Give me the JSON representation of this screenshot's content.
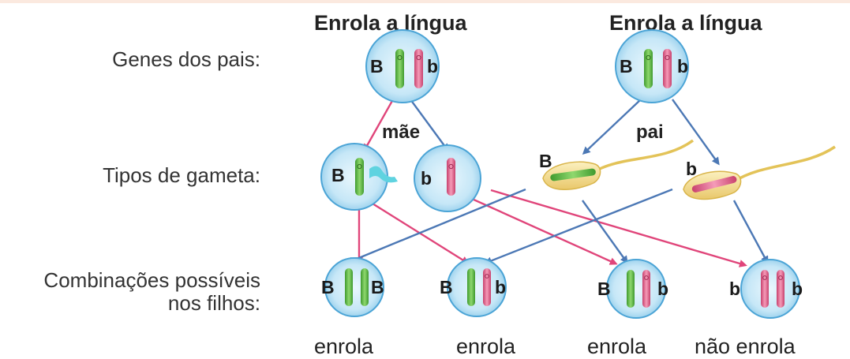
{
  "headers": {
    "parent_left": "Enrola a língua",
    "parent_right": "Enrola a língua"
  },
  "row_labels": {
    "parent_genes": "Genes dos pais:",
    "gamete_types": "Tipos de gameta:",
    "offspring_line1": "Combinações possíveis",
    "offspring_line2": "nos filhos:"
  },
  "parent_labels": {
    "mother": "mãe",
    "father": "pai"
  },
  "alleles": {
    "mother_cell": [
      "B",
      "b"
    ],
    "father_cell": [
      "B",
      "b"
    ],
    "egg_1": "B",
    "egg_2": "b",
    "sperm_1": "B",
    "sperm_2": "b",
    "child_1": [
      "B",
      "B"
    ],
    "child_2": [
      "B",
      "b"
    ],
    "child_3": [
      "B",
      "b"
    ],
    "child_4": [
      "b",
      "b"
    ]
  },
  "outcomes": [
    "enrola",
    "enrola",
    "enrola",
    "não enrola"
  ],
  "colors": {
    "dominant_chromosome": "#66c04a",
    "recessive_chromosome": "#e9668f",
    "mother_arrows": "#e0457a",
    "father_arrows": "#4c78b5",
    "cell_fill": "#bfe3f5",
    "cell_border": "#4ba4d6",
    "sperm_fill": "#f6e49b"
  }
}
